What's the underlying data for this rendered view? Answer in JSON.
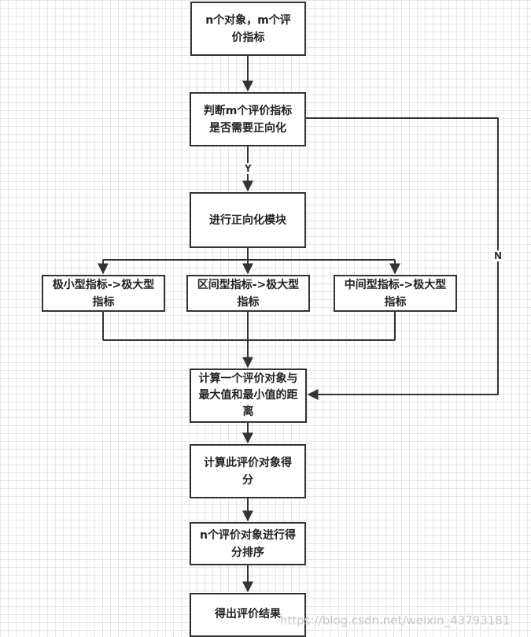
{
  "nodes": {
    "input": "n个对象，m个评价指标",
    "judge": "判断m个评价指标是否需要正向化",
    "forward": "进行正向化模块",
    "min_to_max": "极小型指标->极大型指标",
    "interval_to_max": "区间型指标->极大型指标",
    "middle_to_max": "中间型指标->极大型指标",
    "distance": "计算一个评价对象与最大值和最小值的距离",
    "score": "计算此评价对象得分",
    "rank": "n个评价对象进行得分排序",
    "result": "得出评价结果"
  },
  "edge_labels": {
    "yes": "Y",
    "no": "N"
  },
  "watermark": "https://blog.csdn.net/weixin_43793181",
  "colors": {
    "line": "#333333",
    "grid": "#e6e6e6"
  }
}
